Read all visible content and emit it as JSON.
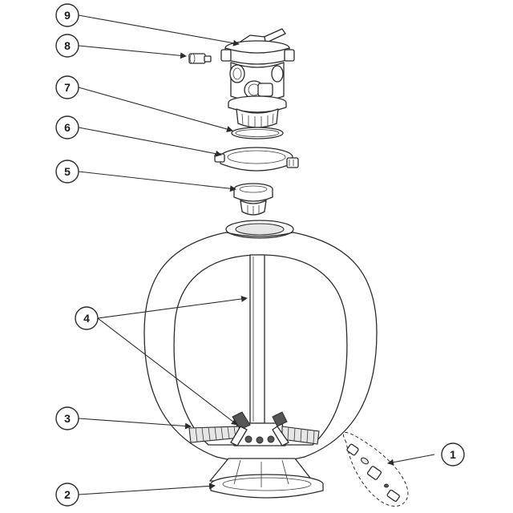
{
  "callouts": [
    {
      "number": "1",
      "part": "drain-kit"
    },
    {
      "number": "2",
      "part": "base"
    },
    {
      "number": "3",
      "part": "laterals"
    },
    {
      "number": "4",
      "part": "standpipe-collector"
    },
    {
      "number": "5",
      "part": "diffuser"
    },
    {
      "number": "6",
      "part": "clamp-ring"
    },
    {
      "number": "7",
      "part": "o-ring"
    },
    {
      "number": "8",
      "part": "pressure-gauge"
    },
    {
      "number": "9",
      "part": "multiport-valve"
    }
  ]
}
